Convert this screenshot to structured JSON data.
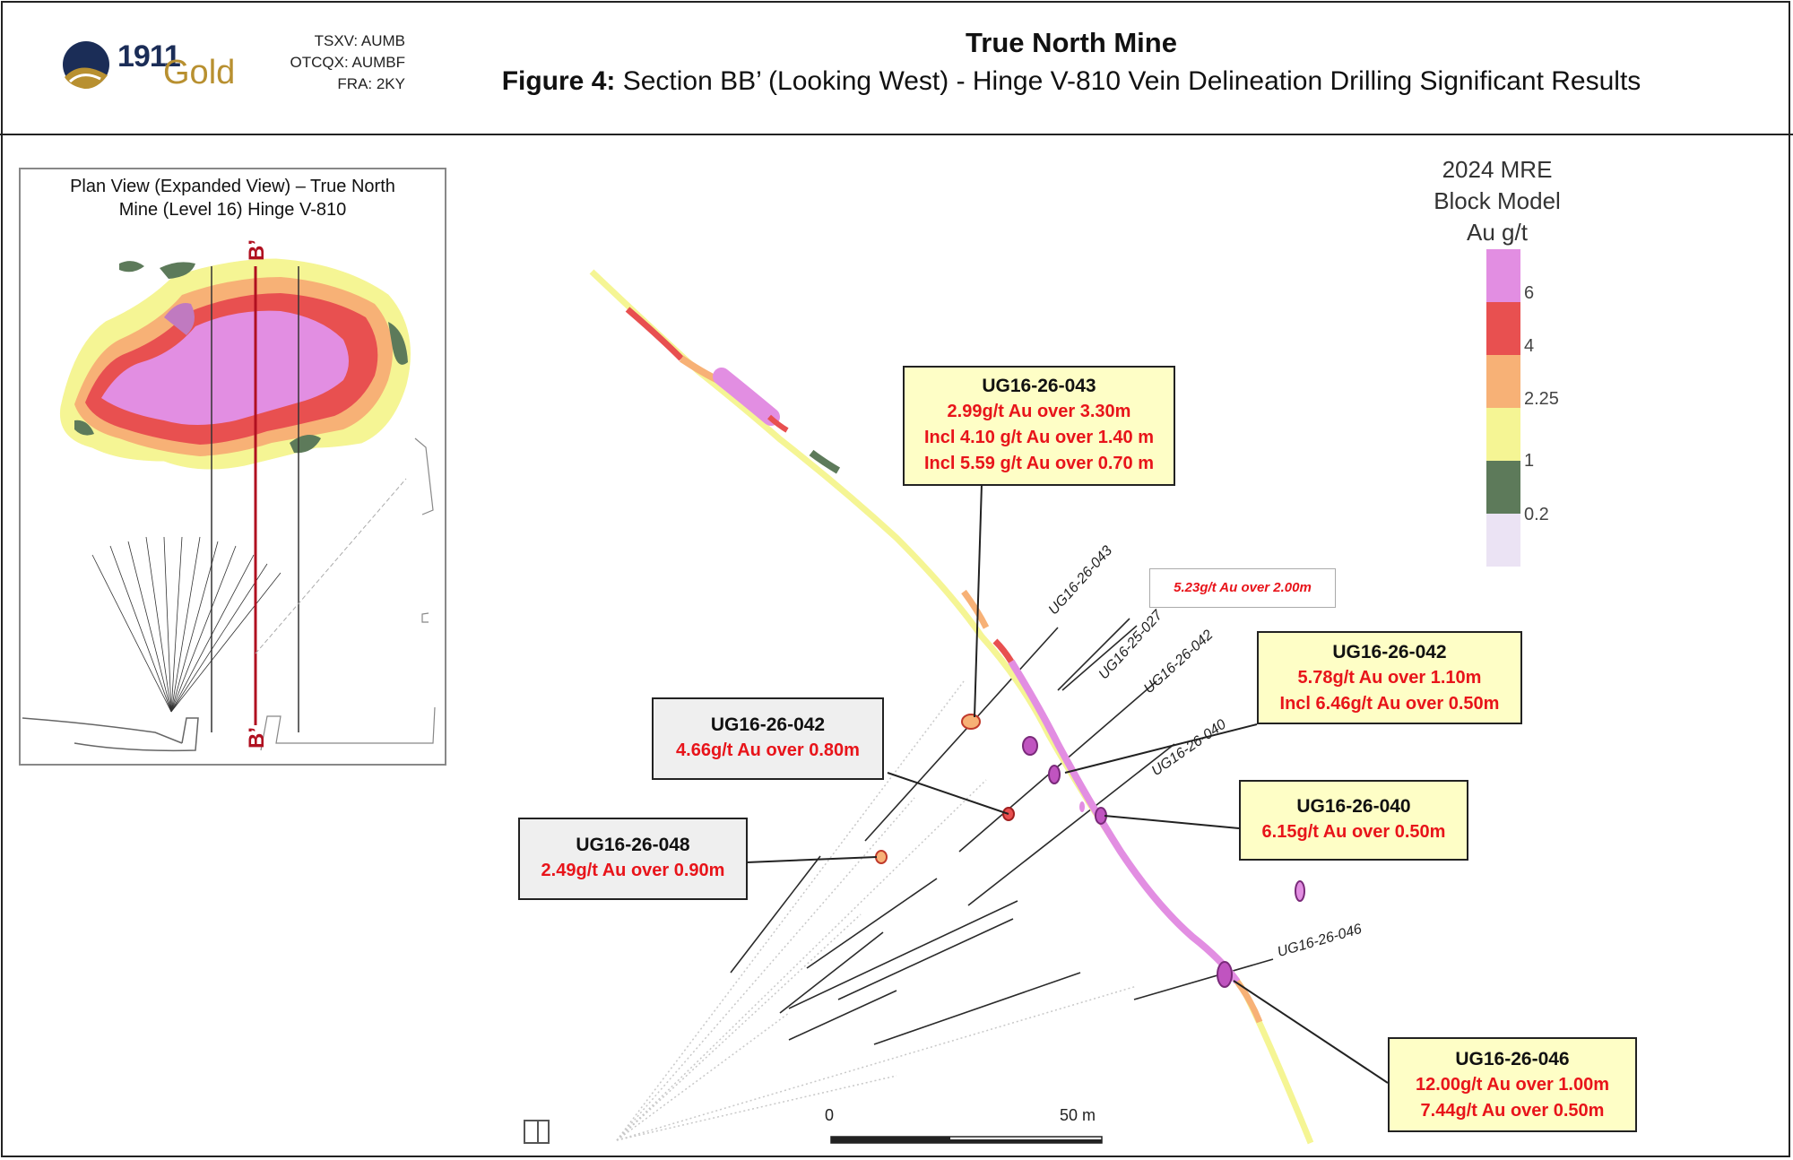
{
  "header": {
    "logo_number": "1911",
    "logo_word": "Gold",
    "tickers": [
      "TSXV: AUMB",
      "OTCQX: AUMBF",
      "FRA: 2KY"
    ],
    "title": "True North Mine",
    "figure_label": "Figure 4:",
    "figure_caption": "Section BB’ (Looking West) - Hinge V-810 Vein Delineation Drilling Significant Results"
  },
  "inset": {
    "title_line1": "Plan View (Expanded View) – True North",
    "title_line2": "Mine (Level 16) Hinge V-810",
    "section_top": "B’",
    "section_bottom": "B’"
  },
  "legend": {
    "title_lines": [
      "2024 MRE",
      "Block Model",
      "Au g/t"
    ],
    "ticks": [
      "6",
      "4",
      "2.25",
      "1",
      "0.2"
    ],
    "colors": [
      "#e28ee2",
      "#e85050",
      "#f7b176",
      "#f5f594",
      "#5d7a5a",
      "#ebe3f4"
    ]
  },
  "callouts": [
    {
      "id": "043",
      "header": "UG16-26-043",
      "lines": [
        "2.99g/t Au over 3.30m",
        "Incl 4.10 g/t Au over 1.40 m",
        "Incl  5.59 g/t Au over 0.70 m"
      ]
    },
    {
      "id": "042a",
      "header": "UG16-26-042",
      "lines": [
        "5.78g/t Au over 1.10m",
        "Incl 6.46g/t Au over 0.50m"
      ]
    },
    {
      "id": "042b",
      "header": "UG16-26-042",
      "lines": [
        "4.66g/t Au over 0.80m"
      ]
    },
    {
      "id": "040",
      "header": "UG16-26-040",
      "lines": [
        "6.15g/t Au over 0.50m"
      ]
    },
    {
      "id": "048",
      "header": "UG16-26-048",
      "lines": [
        "2.49g/t Au over 0.90m"
      ]
    },
    {
      "id": "046",
      "header": "UG16-26-046",
      "lines": [
        "12.00g/t Au over 1.00m",
        "7.44g/t Au over 0.50m"
      ]
    }
  ],
  "note_027": "5.23g/t Au over 2.00m",
  "drill_labels": [
    "UG16-26-043",
    "UG16-25-027",
    "UG16-26-042",
    "UG16-26-040",
    "UG16-26-046"
  ],
  "scale": {
    "start": "0",
    "end": "50 m"
  }
}
